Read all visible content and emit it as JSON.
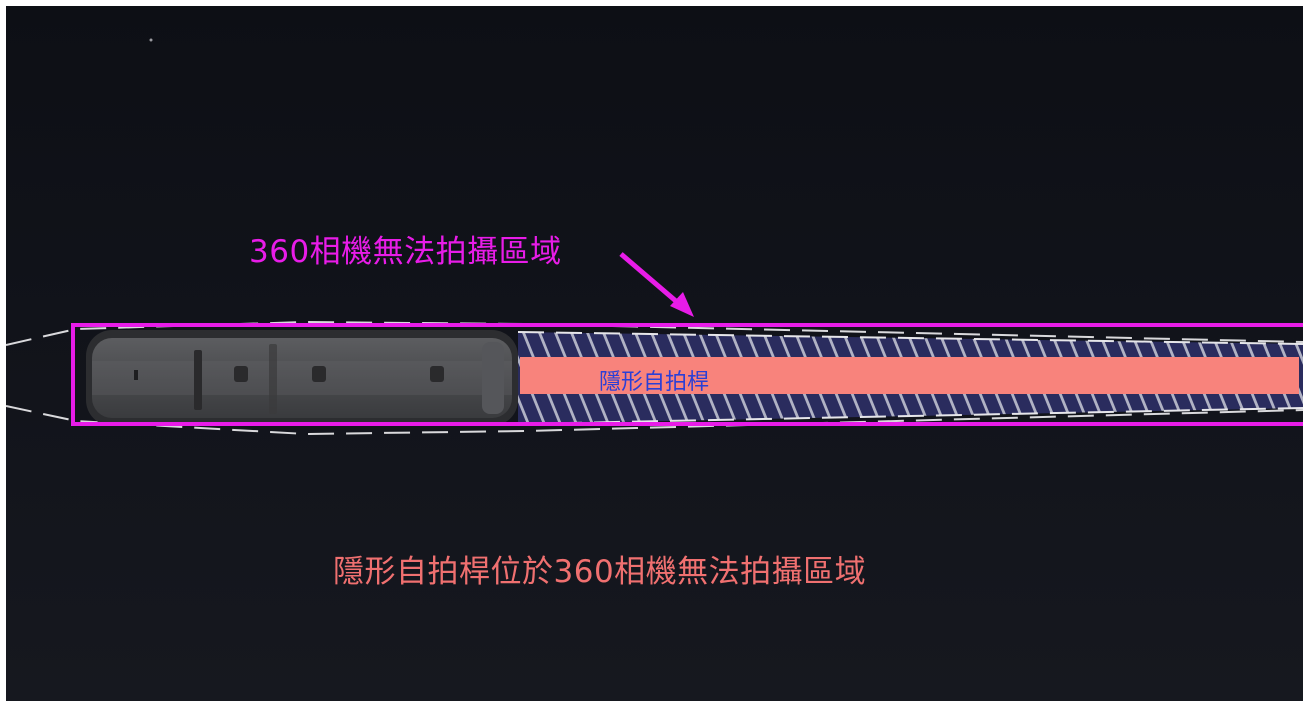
{
  "labels": {
    "blind_zone": "360相機無法拍攝區域",
    "invisible_stick": "隱形自拍桿",
    "caption": "隱形自拍桿位於360相機無法拍攝區域"
  },
  "icons": [
    "camera-body",
    "arrow-icon"
  ],
  "colors": {
    "blind_zone": "#e81ce8",
    "stick_fill": "#f8837c",
    "stick_label": "#2b3fd6",
    "caption": "#f07070",
    "hatch_fill": "#2a2c5e",
    "background": "#0f1117"
  }
}
